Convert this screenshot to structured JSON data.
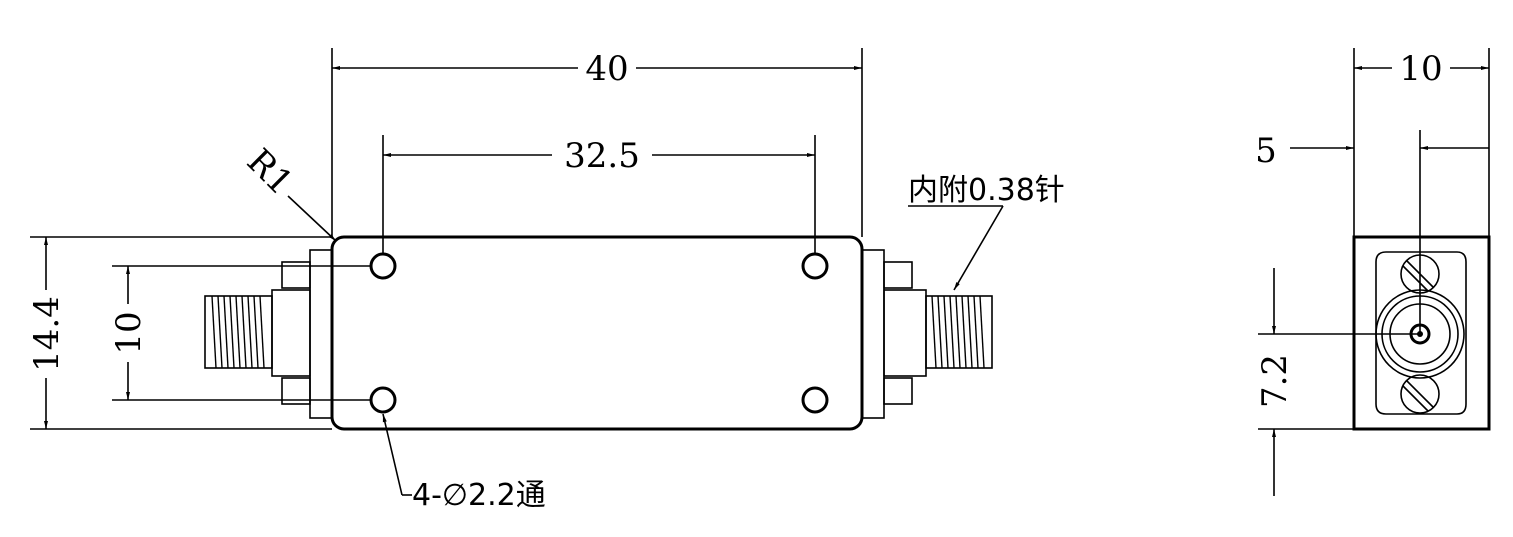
{
  "drawing": {
    "dimensions": {
      "overall_length": "40",
      "hole_spacing": "32.5",
      "body_height": "14.4",
      "hole_row_spacing": "10",
      "side_width": "10",
      "center_offset": "5",
      "connector_height": "7.2"
    },
    "labels": {
      "corner_radius": "R1",
      "pin_note": "内附0.38针",
      "hole_note": "4-∅2.2通"
    }
  }
}
